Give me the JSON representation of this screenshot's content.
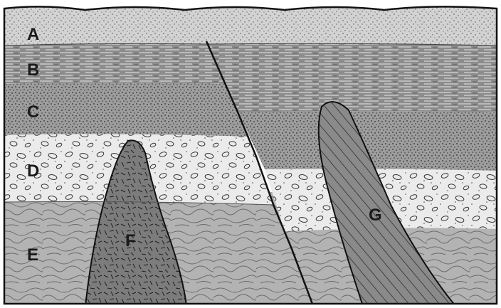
{
  "labels": {
    "layer_a": "A",
    "layer_b": "B",
    "layer_c": "C",
    "layer_d": "D",
    "layer_e": "E",
    "intrusion_f": "F",
    "intrusion_g": "G"
  },
  "colors": {
    "layer_a": "#d2d2d2",
    "layer_b": "#8c8c8c",
    "layer_c": "#9d9d9d",
    "layer_d": "#ebebeb",
    "layer_e": "#b3b3b3",
    "intrusion_f": "#7c7c7c",
    "intrusion_g": "#8a8a8a",
    "outline": "#111111"
  }
}
